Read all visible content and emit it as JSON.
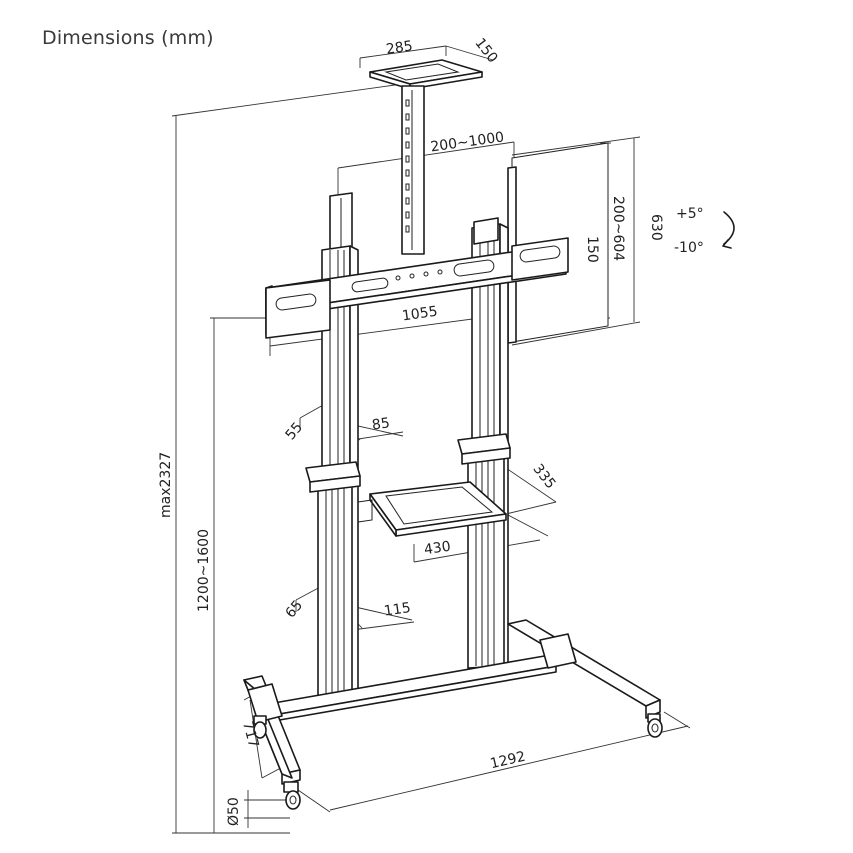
{
  "title": "Dimensions (mm)",
  "dimensions": {
    "camera_shelf_width": "285",
    "camera_shelf_depth": "150",
    "vesa_horizontal": "200~1000",
    "vesa_vertical_range": "200~604",
    "bracket_height": "630",
    "bracket_arm_height": "150",
    "bracket_width": "1055",
    "tilt_up": "+5°",
    "tilt_down": "-10°",
    "column_upper_depth": "55",
    "column_upper_width": "85",
    "shelf_depth": "335",
    "shelf_width": "430",
    "column_lower_depth": "65",
    "column_lower_width": "115",
    "max_height": "max2327",
    "height_range": "1200~1600",
    "base_width": "1292",
    "base_depth": "717",
    "caster_diameter": "Ø50"
  }
}
